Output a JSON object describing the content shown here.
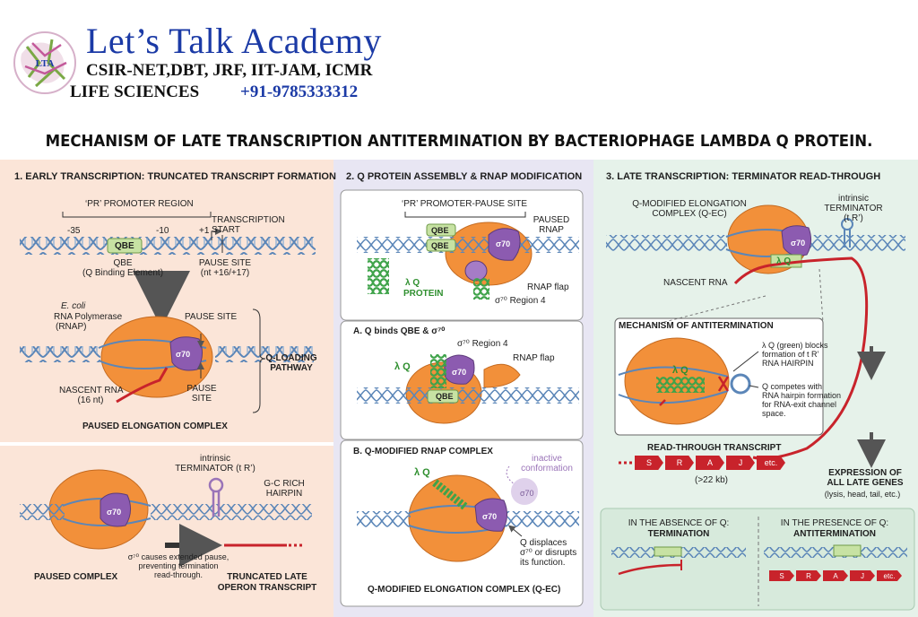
{
  "header": {
    "title": "Let’s Talk Academy",
    "subtitle": "CSIR-NET,DBT, JRF, IIT-JAM, ICMR",
    "life": "LIFE SCIENCES",
    "phone": "+91-9785333312",
    "logo_text": "LTA"
  },
  "main_title": "MECHANISM OF LATE TRANSCRIPTION ANTITERMINATION BY BACTERIOPHAGE LAMBDA Q PROTEIN.",
  "panel1": {
    "heading": "1. EARLY TRANSCRIPTION: TRUNCATED TRANSCRIPT FORMATION",
    "promoter_region": "‘PR’ PROMOTER REGION",
    "pos_35": "-35",
    "pos_10": "-10",
    "pos_1": "+1",
    "transcription_start": [
      "TRANSCRIPTION",
      "START"
    ],
    "qbe_box": "QBE",
    "qbe_label": [
      "QBE",
      "(Q Binding Element)"
    ],
    "pause_site_label": [
      "PAUSE SITE",
      "(nt +16/+17)"
    ],
    "ecoli": "E. coli",
    "rnap_label": [
      "RNA Polymerase",
      "(RNAP)"
    ],
    "sigma": "σ70",
    "pause_site_top": "PAUSE SITE",
    "pause_site_bottom": [
      "PAUSE",
      "SITE"
    ],
    "nascent_rna": [
      "NASCENT RNA",
      "(16 nt)"
    ],
    "q_loading": [
      "Q-LOADING",
      "PATHWAY"
    ],
    "paused_elongation": "PAUSED ELONGATION COMPLEX",
    "intrinsic_terminator": [
      "intrinsic",
      "TERMINATOR (t R’)"
    ],
    "gc_hairpin": [
      "G-C RICH",
      "HAIRPIN"
    ],
    "sigma_note": [
      "σ⁷⁰ causes extended pause,",
      "preventing termination",
      "read-through."
    ],
    "paused_complex": "PAUSED COMPLEX",
    "truncated": [
      "TRUNCATED LATE",
      "OPERON TRANSCRIPT"
    ]
  },
  "panel2": {
    "heading": "2. Q PROTEIN ASSEMBLY & RNAP MODIFICATION",
    "promoter_pause": "‘PR’ PROMOTER-PAUSE SITE",
    "qbe": "QBE",
    "paused_rnap": [
      "PAUSED",
      "RNAP"
    ],
    "lambda_q_protein": [
      "λ Q",
      "PROTEIN"
    ],
    "rnap_flap": "RNAP flap",
    "sigma_region4": "σ⁷⁰ Region 4",
    "sigma": "σ70",
    "step_a": "A.  Q binds QBE & σ⁷⁰",
    "lambda_q": "λ Q",
    "step_b": "B.  Q-MODIFIED RNAP COMPLEX",
    "inactive": [
      "inactive",
      "conformation"
    ],
    "q_displaces": [
      "Q displaces",
      "σ⁷⁰ or disrupts",
      "its function."
    ],
    "q_ec": "Q-MODIFIED ELONGATION COMPLEX (Q-EC)"
  },
  "panel3": {
    "heading": "3. LATE TRANSCRIPTION: TERMINATOR READ-THROUGH",
    "q_ec_label": [
      "Q-MODIFIED ELONGATION",
      "COMPLEX (Q-EC)"
    ],
    "terminator": [
      "intrinsic",
      "TERMINATOR",
      "(t R’)"
    ],
    "lambda_q": "λ Q",
    "sigma": "σ70",
    "nascent_rna": "NASCENT RNA",
    "mechanism_title": "MECHANISM OF ANTITERMINATION",
    "blocks_note": [
      "λ Q (green) blocks",
      "formation of t R’",
      "RNA HAIRPIN"
    ],
    "competes_note": [
      "Q competes with",
      "RNA hairpin formation",
      "for RNA-exit channel",
      "space."
    ],
    "read_through": "READ-THROUGH TRANSCRIPT",
    "genes": [
      "S",
      "R",
      "A",
      "J",
      "etc."
    ],
    "length": "(>22 kb)",
    "expression": [
      "EXPRESSION OF",
      "ALL LATE GENES"
    ],
    "expression_sub": "(lysis, head, tail, etc.)",
    "absence": [
      "IN THE ABSENCE OF Q:",
      "TERMINATION"
    ],
    "presence": [
      "IN THE PRESENCE OF Q:",
      "ANTITERMINATION"
    ]
  },
  "colors": {
    "rnap": "#f2903a",
    "sigma": "#8c5bb0",
    "qbe": "#c7e2a3",
    "q_protein": "#3fa34a",
    "rna": "#c8232b",
    "dna": "#5b86b8",
    "title_blue": "#1b3aa6"
  }
}
